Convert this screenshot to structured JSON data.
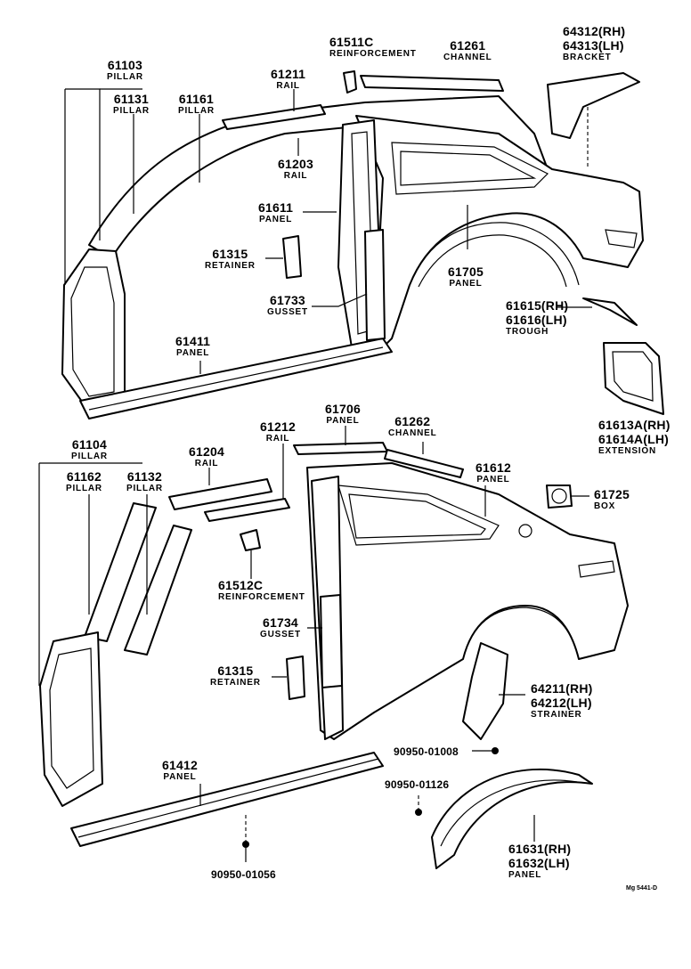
{
  "diagram_code": "Mg 5441-D",
  "callouts": [
    {
      "id": "c1",
      "part_no": "61103",
      "name": "PILLAR"
    },
    {
      "id": "c2",
      "part_no": "61131",
      "name": "PILLAR"
    },
    {
      "id": "c3",
      "part_no": "61161",
      "name": "PILLAR"
    },
    {
      "id": "c4",
      "part_no": "61211",
      "name": "RAIL"
    },
    {
      "id": "c5",
      "part_no": "61511C",
      "name": "REINFORCEMENT"
    },
    {
      "id": "c6",
      "part_no": "61261",
      "name": "CHANNEL"
    },
    {
      "id": "c7",
      "part_no": "64312(RH)",
      "part_no_2": "64313(LH)",
      "name": "BRACKET"
    },
    {
      "id": "c8",
      "part_no": "61203",
      "name": "RAIL"
    },
    {
      "id": "c9",
      "part_no": "61611",
      "name": "PANEL"
    },
    {
      "id": "c10",
      "part_no": "61315",
      "name": "RETAINER"
    },
    {
      "id": "c11",
      "part_no": "61733",
      "name": "GUSSET"
    },
    {
      "id": "c12",
      "part_no": "61705",
      "name": "PANEL"
    },
    {
      "id": "c13",
      "part_no": "61615(RH)",
      "part_no_2": "61616(LH)",
      "name": "TROUGH"
    },
    {
      "id": "c14",
      "part_no": "61411",
      "name": "PANEL"
    },
    {
      "id": "c15",
      "part_no": "61613A(RH)",
      "part_no_2": "61614A(LH)",
      "name": "EXTENSION"
    },
    {
      "id": "c16",
      "part_no": "61706",
      "name": "PANEL"
    },
    {
      "id": "c17",
      "part_no": "61212",
      "name": "RAIL"
    },
    {
      "id": "c18",
      "part_no": "61262",
      "name": "CHANNEL"
    },
    {
      "id": "c19",
      "part_no": "61104",
      "name": "PILLAR"
    },
    {
      "id": "c20",
      "part_no": "61204",
      "name": "RAIL"
    },
    {
      "id": "c21",
      "part_no": "61612",
      "name": "PANEL"
    },
    {
      "id": "c22",
      "part_no": "61162",
      "name": "PILLAR"
    },
    {
      "id": "c23",
      "part_no": "61132",
      "name": "PILLAR"
    },
    {
      "id": "c24",
      "part_no": "61725",
      "name": "BOX"
    },
    {
      "id": "c25",
      "part_no": "61512C",
      "name": "REINFORCEMENT"
    },
    {
      "id": "c26",
      "part_no": "61734",
      "name": "GUSSET"
    },
    {
      "id": "c27",
      "part_no": "61315",
      "name": "RETAINER"
    },
    {
      "id": "c28",
      "part_no": "64211(RH)",
      "part_no_2": "64212(LH)",
      "name": "STRAINER"
    },
    {
      "id": "c29",
      "part_no": "90950-01008",
      "name": ""
    },
    {
      "id": "c30",
      "part_no": "61412",
      "name": "PANEL"
    },
    {
      "id": "c31",
      "part_no": "90950-01126",
      "name": ""
    },
    {
      "id": "c32",
      "part_no": "61631(RH)",
      "part_no_2": "61632(LH)",
      "name": "PANEL"
    },
    {
      "id": "c33",
      "part_no": "90950-01056",
      "name": ""
    }
  ]
}
